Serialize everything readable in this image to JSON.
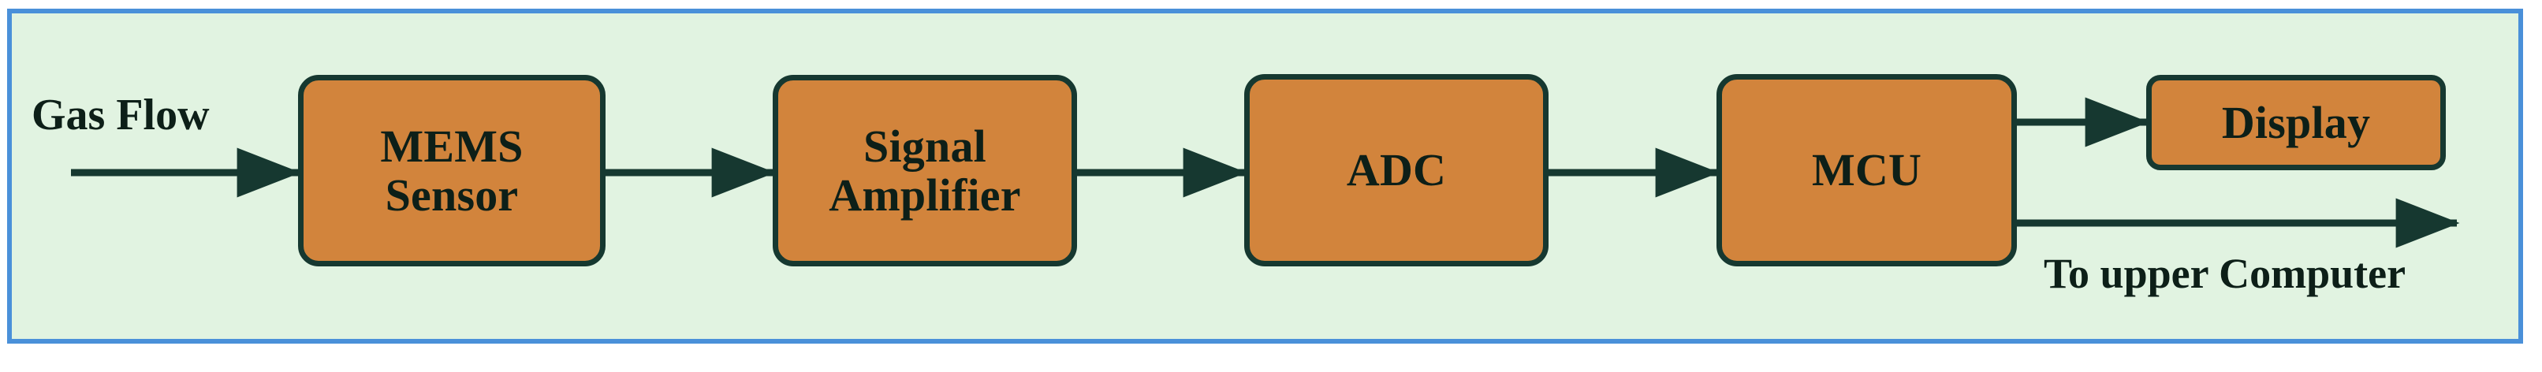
{
  "diagram": {
    "title": "MEMS gas flow measurement signal chain block diagram",
    "frame": {
      "border_color": "#4a90d9",
      "background_color": "#e1f3e1"
    },
    "block_style": {
      "fill_color": "#d2843c",
      "border_color": "#163830",
      "text_color": "#0d1f18"
    },
    "connector_color": "#163830",
    "blocks": [
      {
        "id": "mems-sensor",
        "label": "MEMS\nSensor"
      },
      {
        "id": "signal-amplifier",
        "label": "Signal\nAmplifier"
      },
      {
        "id": "adc",
        "label": "ADC"
      },
      {
        "id": "mcu",
        "label": "MCU"
      },
      {
        "id": "display",
        "label": "Display"
      }
    ],
    "labels": {
      "gas_flow": "Gas Flow",
      "to_upper_computer": "To upper Computer"
    },
    "connections": [
      {
        "id": "input-to-mems",
        "from": "Gas Flow",
        "to": "MEMS Sensor",
        "style": "arrow"
      },
      {
        "id": "mems-to-amp",
        "from": "MEMS Sensor",
        "to": "Signal Amplifier",
        "style": "arrow"
      },
      {
        "id": "amp-to-adc",
        "from": "Signal Amplifier",
        "to": "ADC",
        "style": "arrow"
      },
      {
        "id": "adc-to-mcu",
        "from": "ADC",
        "to": "MCU",
        "style": "arrow"
      },
      {
        "id": "mcu-to-display",
        "from": "MCU",
        "to": "Display",
        "style": "arrow"
      },
      {
        "id": "mcu-to-upper",
        "from": "MCU",
        "to": "To upper Computer",
        "style": "arrow"
      }
    ]
  }
}
